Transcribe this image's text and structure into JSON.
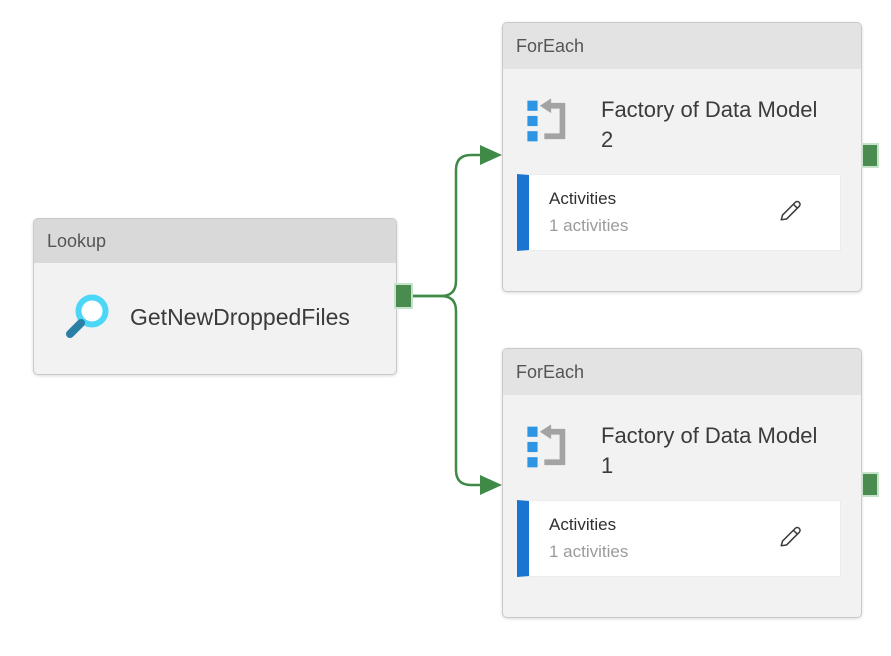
{
  "canvas": {
    "background": "#ffffff",
    "connector_color": "#3f8a46",
    "port_color": "#4a8c50",
    "accent_blue": "#1a75d2",
    "foreach_icon_blue": "#2e95e5",
    "foreach_icon_gray": "#a3a3a3",
    "search_icon_ring": "#4dd7f7",
    "search_icon_handle": "#2a7fa5"
  },
  "nodes": {
    "lookup": {
      "type_label": "Lookup",
      "name": "GetNewDroppedFiles",
      "icon": "search-icon"
    },
    "foreach_2": {
      "type_label": "ForEach",
      "name": "Factory of Data Model 2",
      "icon": "foreach-loop-icon",
      "activities": {
        "title": "Activities",
        "count": "1 activities",
        "edit_icon": "pencil-icon"
      }
    },
    "foreach_1": {
      "type_label": "ForEach",
      "name": "Factory of Data Model 1",
      "icon": "foreach-loop-icon",
      "activities": {
        "title": "Activities",
        "count": "1 activities",
        "edit_icon": "pencil-icon"
      }
    }
  }
}
